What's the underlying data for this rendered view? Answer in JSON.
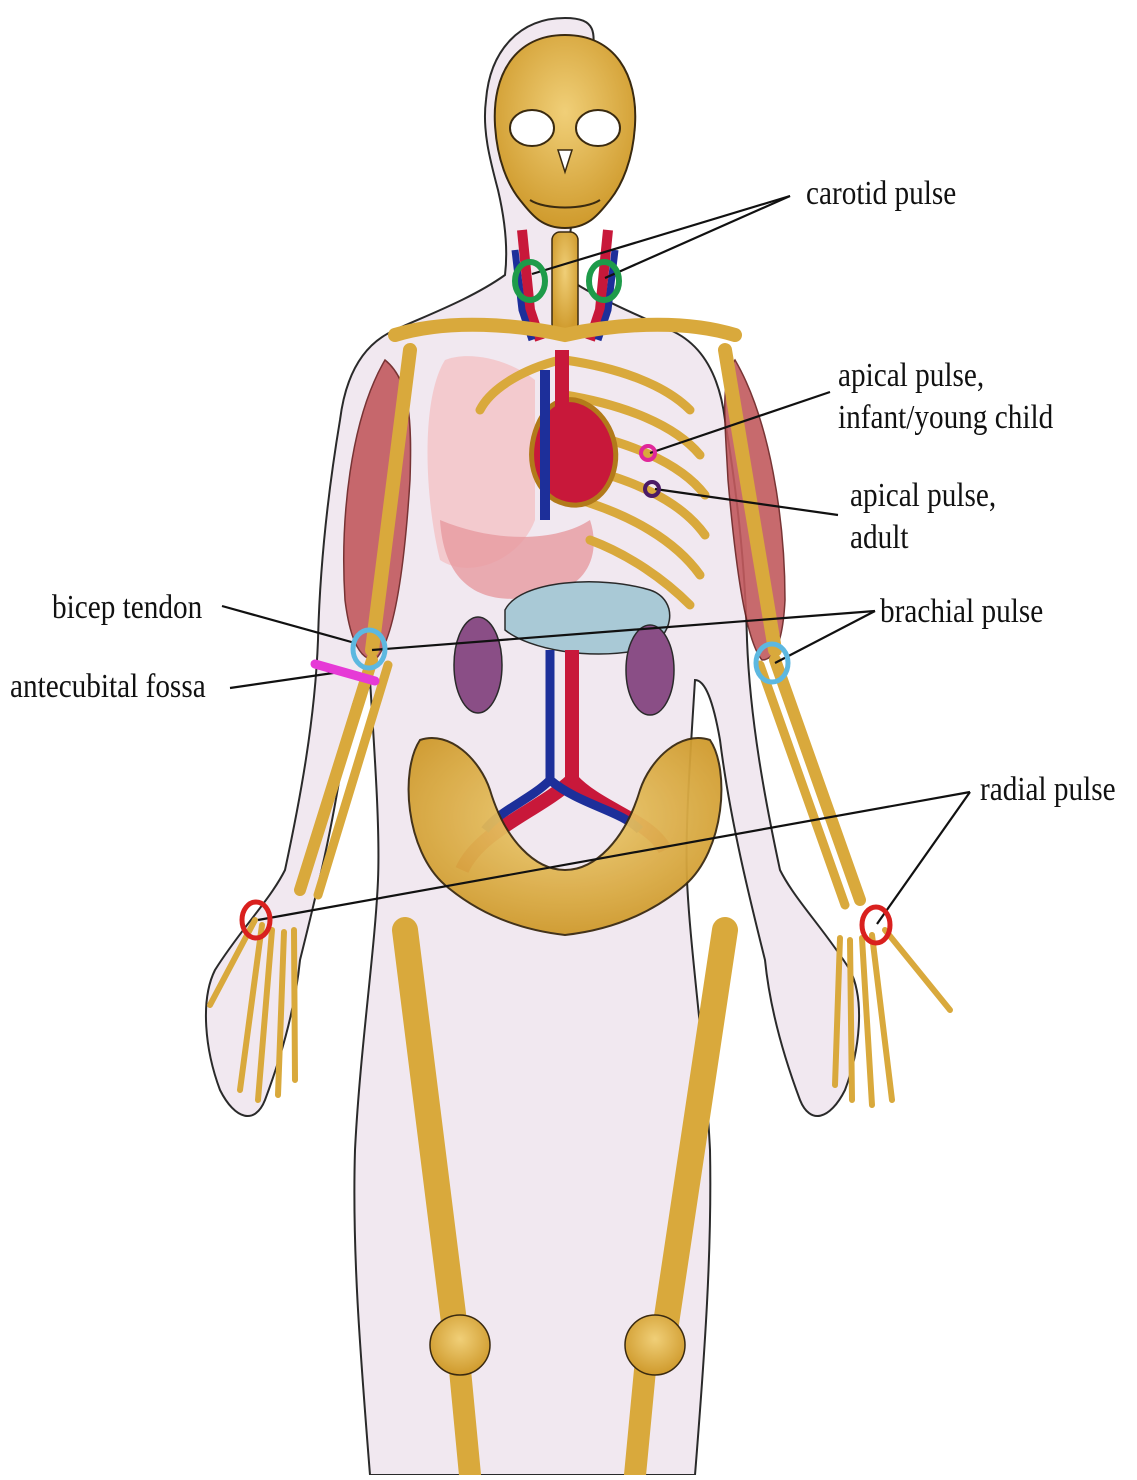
{
  "labels": {
    "carotid": "carotid pulse",
    "apical_infant_1": "apical pulse,",
    "apical_infant_2": "infant/young child",
    "apical_adult_1": "apical pulse,",
    "apical_adult_2": "adult",
    "bicep_tendon": "bicep tendon",
    "brachial": "brachial pulse",
    "antecubital": "antecubital fossa",
    "radial": "radial pulse"
  },
  "markers": {
    "carotid": {
      "color": "#1e9b4a"
    },
    "apical_infant": {
      "color": "#e0279a"
    },
    "apical_adult": {
      "color": "#4b1a66"
    },
    "brachial": {
      "color": "#5db8e0"
    },
    "antecubital": {
      "color": "#e63ad6"
    },
    "radial": {
      "color": "#d9201e"
    }
  },
  "colors": {
    "bone": "#d9a93c",
    "bone_dark": "#b7831f",
    "skin_fill": "#f1e8f0",
    "artery": "#c8183a",
    "vein": "#1d2f9a",
    "muscle": "#c25a5e",
    "lung": "#f3c4c8",
    "kidney": "#8a4e86",
    "stomach": "#a9c9d6"
  }
}
